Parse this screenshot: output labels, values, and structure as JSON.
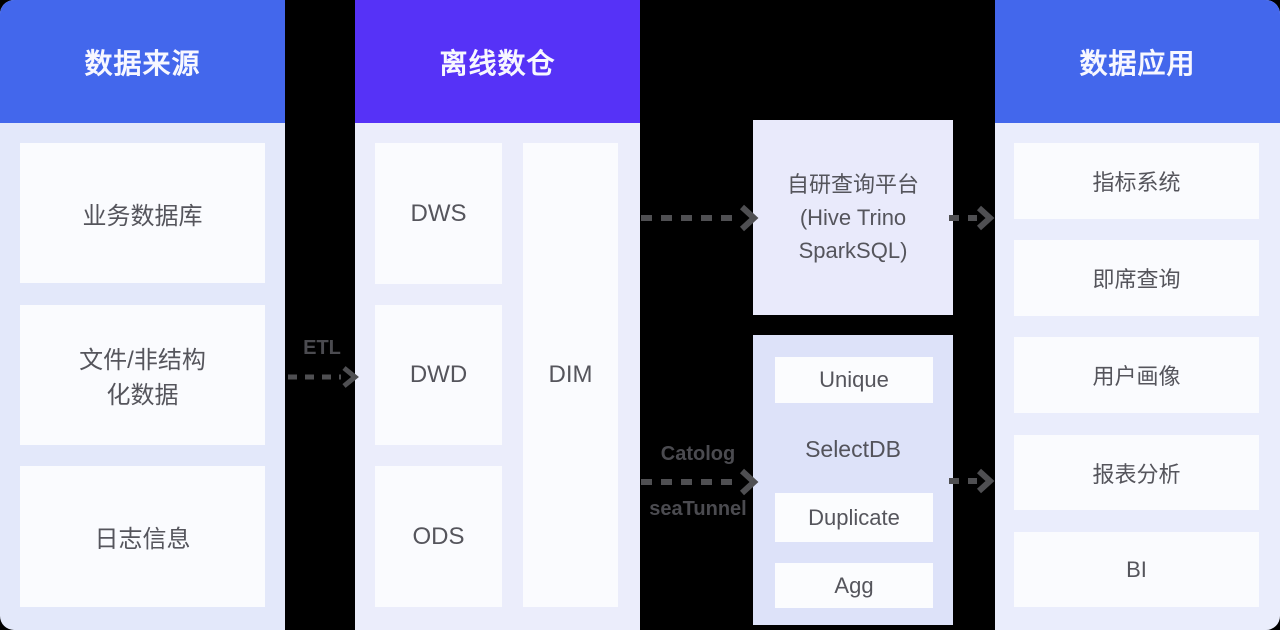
{
  "colors": {
    "background": "#000000",
    "header_blue": "#4367ec",
    "header_purple": "#5632f7",
    "column_bg": "#e3e8fa",
    "box_bg": "#fafbfe",
    "text_dark": "#55555c",
    "arrow_gray": "#4f4f52"
  },
  "columns": {
    "sources": {
      "title": "数据来源",
      "items": [
        "业务数据库",
        "文件/非结构\n化数据",
        "日志信息"
      ]
    },
    "warehouse": {
      "title": "离线数仓",
      "layers": [
        "DWS",
        "DWD",
        "ODS"
      ],
      "dim": "DIM"
    },
    "apps": {
      "title": "数据应用",
      "items": [
        "指标系统",
        "即席查询",
        "用户画像",
        "报表分析",
        "BI"
      ]
    }
  },
  "middle": {
    "query_platform": {
      "label": "自研查询平台\n(Hive  Trino\nSparkSQL)"
    },
    "selectdb": {
      "label": "SelectDB",
      "models": [
        "Unique",
        "Duplicate",
        "Agg"
      ]
    }
  },
  "arrows": {
    "etl_label": "ETL",
    "catalog_label": "Catolog",
    "seatunnel_label": "seaTunnel"
  }
}
